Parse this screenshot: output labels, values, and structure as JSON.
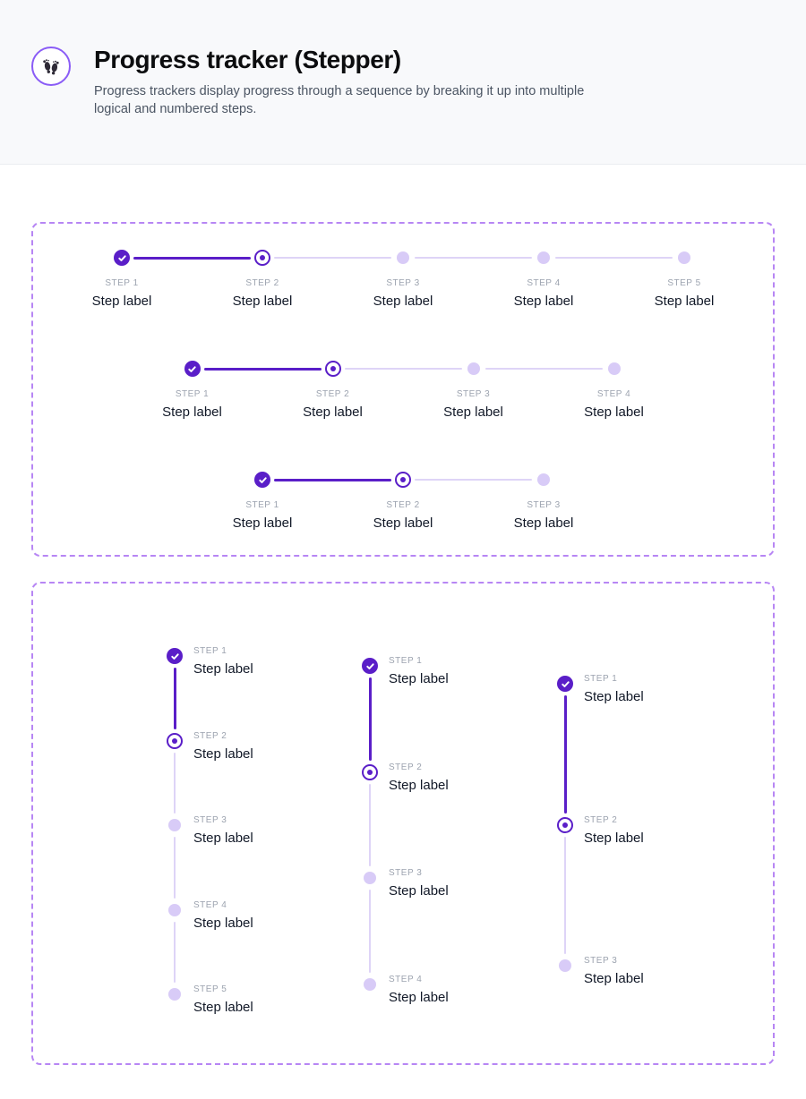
{
  "header": {
    "title": "Progress tracker (Stepper)",
    "description": "Progress trackers display progress through a sequence by breaking it up into multiple logical and numbered steps.",
    "icon": "footprints-icon"
  },
  "colors": {
    "accent": "#5a1ec8",
    "upcoming_fill": "#d8cbf7",
    "track_inactive": "#ded4f7",
    "dash_border": "#b786f4",
    "header_bg": "#f8f9fb",
    "header_border": "#ebedf1",
    "overline_color": "#9ca3af",
    "label_color": "#111827",
    "title_color": "#0c0d0f",
    "description_color": "#4b5563",
    "icon_ring": "#8a5cf6",
    "icon_glyph": "#2e2a36"
  },
  "icons": {
    "completed_step": "check-icon",
    "header": "footprints-icon"
  },
  "panels": {
    "horizontal": {
      "orientation": "horizontal",
      "steppers": [
        {
          "steps": [
            {
              "overline": "STEP 1",
              "label": "Step label",
              "state": "completed"
            },
            {
              "overline": "STEP 2",
              "label": "Step label",
              "state": "current"
            },
            {
              "overline": "STEP 3",
              "label": "Step label",
              "state": "upcoming"
            },
            {
              "overline": "STEP 4",
              "label": "Step label",
              "state": "upcoming"
            },
            {
              "overline": "STEP 5",
              "label": "Step label",
              "state": "upcoming"
            }
          ]
        },
        {
          "steps": [
            {
              "overline": "STEP 1",
              "label": "Step label",
              "state": "completed"
            },
            {
              "overline": "STEP 2",
              "label": "Step label",
              "state": "current"
            },
            {
              "overline": "STEP 3",
              "label": "Step label",
              "state": "upcoming"
            },
            {
              "overline": "STEP 4",
              "label": "Step label",
              "state": "upcoming"
            }
          ]
        },
        {
          "steps": [
            {
              "overline": "STEP 1",
              "label": "Step label",
              "state": "completed"
            },
            {
              "overline": "STEP 2",
              "label": "Step label",
              "state": "current"
            },
            {
              "overline": "STEP 3",
              "label": "Step label",
              "state": "upcoming"
            }
          ]
        }
      ]
    },
    "vertical": {
      "orientation": "vertical",
      "steppers": [
        {
          "steps": [
            {
              "overline": "STEP 1",
              "label": "Step label",
              "state": "completed"
            },
            {
              "overline": "STEP 2",
              "label": "Step label",
              "state": "current"
            },
            {
              "overline": "STEP 3",
              "label": "Step label",
              "state": "upcoming"
            },
            {
              "overline": "STEP 4",
              "label": "Step label",
              "state": "upcoming"
            },
            {
              "overline": "STEP 5",
              "label": "Step label",
              "state": "upcoming"
            }
          ]
        },
        {
          "steps": [
            {
              "overline": "STEP 1",
              "label": "Step label",
              "state": "completed"
            },
            {
              "overline": "STEP 2",
              "label": "Step label",
              "state": "current"
            },
            {
              "overline": "STEP 3",
              "label": "Step label",
              "state": "upcoming"
            },
            {
              "overline": "STEP 4",
              "label": "Step label",
              "state": "upcoming"
            }
          ]
        },
        {
          "steps": [
            {
              "overline": "STEP 1",
              "label": "Step label",
              "state": "completed"
            },
            {
              "overline": "STEP 2",
              "label": "Step label",
              "state": "current"
            },
            {
              "overline": "STEP 3",
              "label": "Step label",
              "state": "upcoming"
            }
          ]
        }
      ]
    }
  }
}
